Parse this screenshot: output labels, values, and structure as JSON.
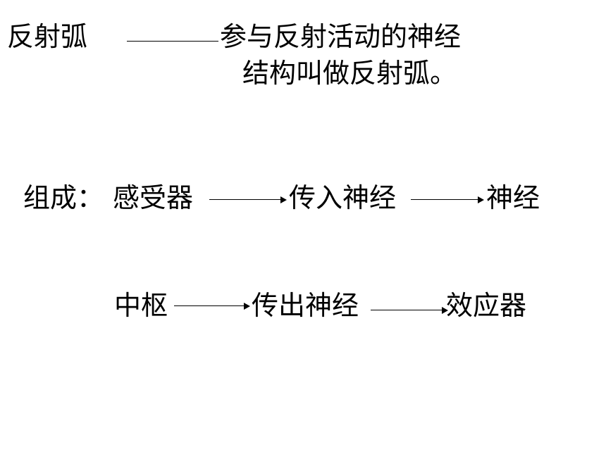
{
  "definition": {
    "term": "反射弧",
    "text_line1": "参与反射活动的神经",
    "text_line2": "结构叫做反射弧。"
  },
  "composition": {
    "label": "组成：",
    "row1": [
      "感受器",
      "传入神经",
      "神经"
    ],
    "row2": [
      "中枢",
      "传出神经",
      "效应器"
    ]
  }
}
